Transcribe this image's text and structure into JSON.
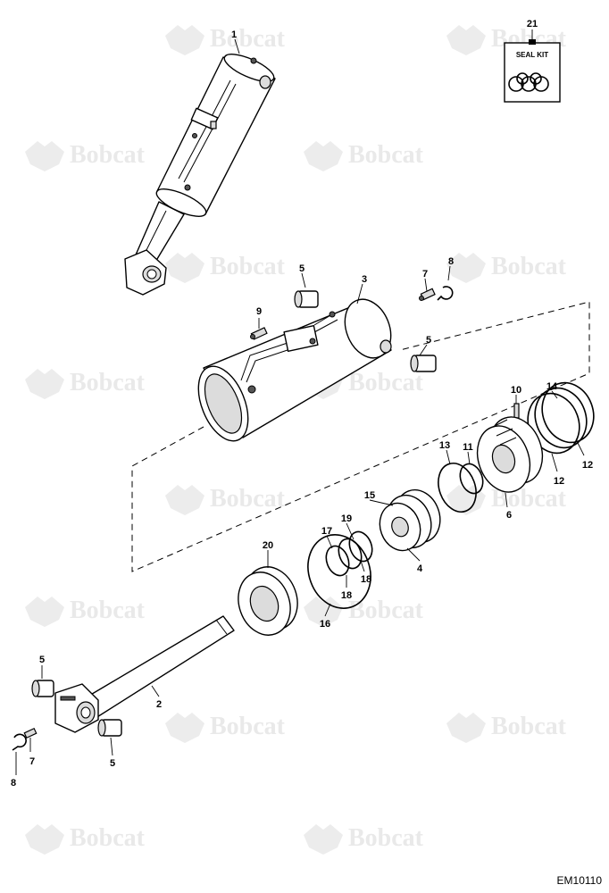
{
  "watermark": {
    "brand": "Bobcat"
  },
  "seal_kit": {
    "number": "21",
    "label": "SEAL KIT"
  },
  "drawing_code": "EM10110",
  "callouts": {
    "c1": "1",
    "c2": "2",
    "c3": "3",
    "c4": "4",
    "c5a": "5",
    "c5b": "5",
    "c5c": "5",
    "c5d": "5",
    "c6": "6",
    "c7a": "7",
    "c7b": "7",
    "c8a": "8",
    "c8b": "8",
    "c9": "9",
    "c10": "10",
    "c11": "11",
    "c12a": "12",
    "c12b": "12",
    "c13": "13",
    "c14": "14",
    "c15": "15",
    "c16": "16",
    "c17": "17",
    "c18a": "18",
    "c18b": "18",
    "c19": "19",
    "c20": "20"
  }
}
